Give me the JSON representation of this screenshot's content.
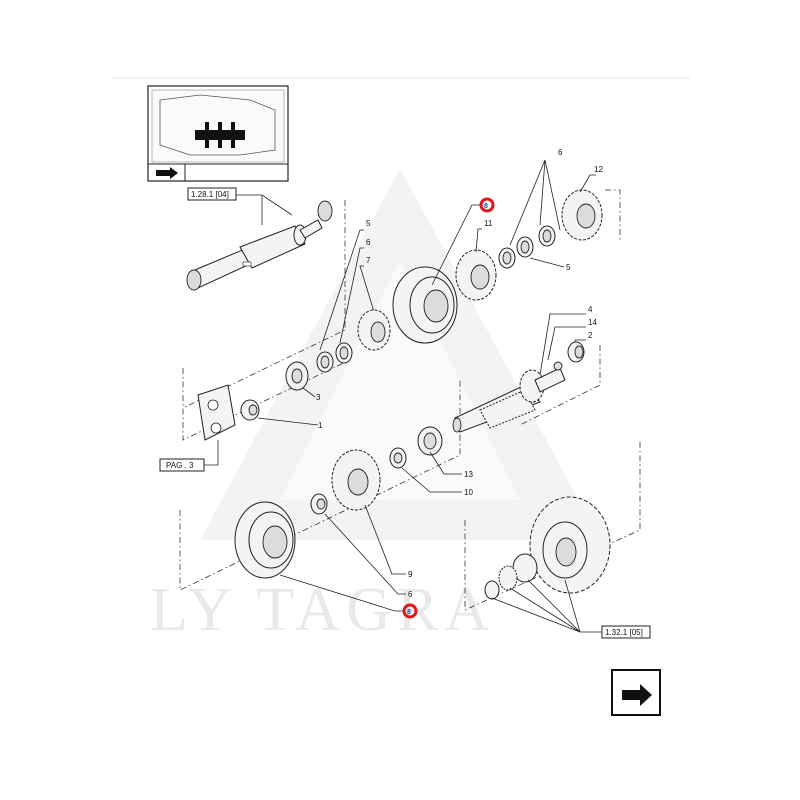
{
  "watermark": {
    "text": "LY TAGRA"
  },
  "refs": {
    "ref_128": "1.28.1 [04]",
    "ref_pag": "PAG . 3",
    "ref_132": "1.32.1 [05]"
  },
  "callouts": {
    "c12": "12",
    "c6_top": "6",
    "c11": "11",
    "c5_right": "5",
    "c5_left": "5",
    "c6_left": "6",
    "c7": "7",
    "c4": "4",
    "c14": "14",
    "c2": "2",
    "c3": "3",
    "c1": "1",
    "c13": "13",
    "c10": "10",
    "c9": "9",
    "c6_bottom": "6",
    "c8_highlight": "8",
    "c8_top_highlight": "8"
  },
  "icons": {
    "thumbnail": "tractor-transmission-thumbnail-icon",
    "arrow_small": "arrow-right-icon",
    "next": "next-page-arrow-icon"
  }
}
